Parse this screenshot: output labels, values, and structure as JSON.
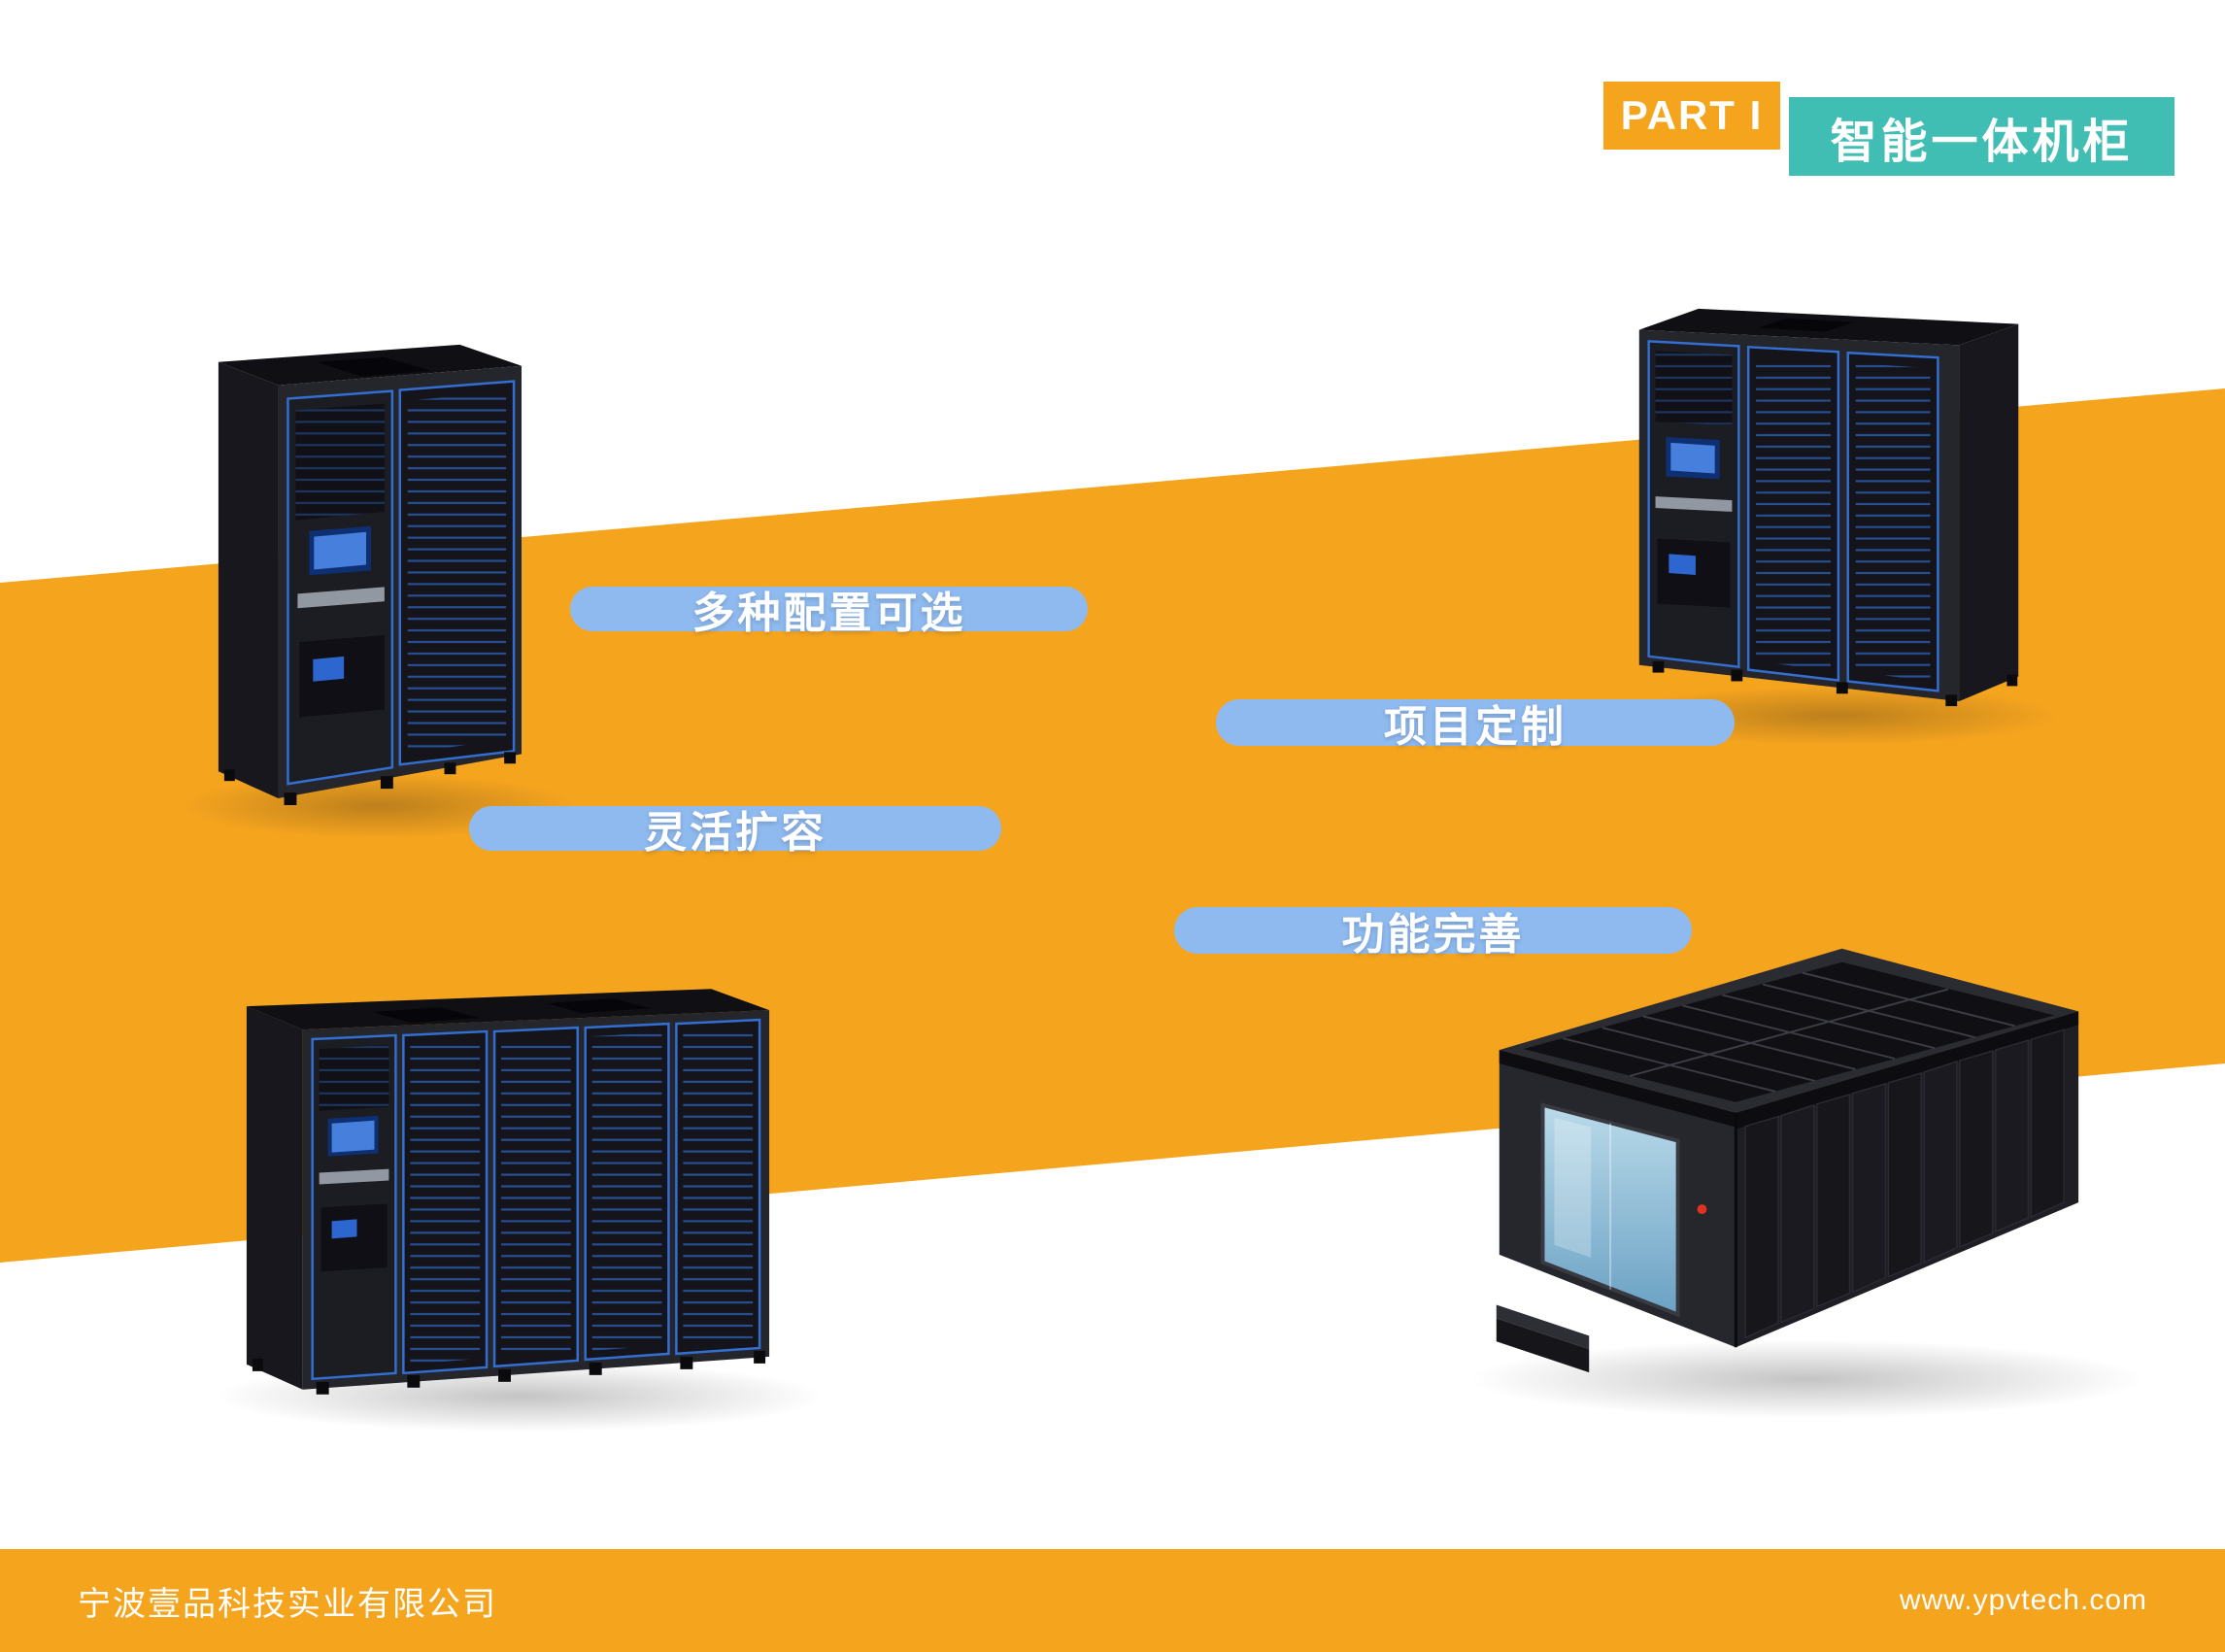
{
  "slide": {
    "part_label": "PART I",
    "title": "智能一体机柜",
    "features": [
      {
        "label": "多种配置可选"
      },
      {
        "label": "项目定制"
      },
      {
        "label": "灵活扩容"
      },
      {
        "label": "功能完善"
      }
    ],
    "footer": {
      "company": "宁波壹品科技实业有限公司",
      "website": "www.ypvtech.com"
    },
    "products": [
      {
        "name": "dual-bay smart cabinet"
      },
      {
        "name": "triple-bay smart cabinet"
      },
      {
        "name": "five-bay cabinet row"
      },
      {
        "name": "containerized micro data center"
      }
    ],
    "colors": {
      "orange": "#F5A41E",
      "teal": "#41BEB3",
      "pill_blue": "#8FBAEF",
      "cabinet_dark": "#25252C",
      "cabinet_accent_blue": "#336FD0"
    }
  }
}
